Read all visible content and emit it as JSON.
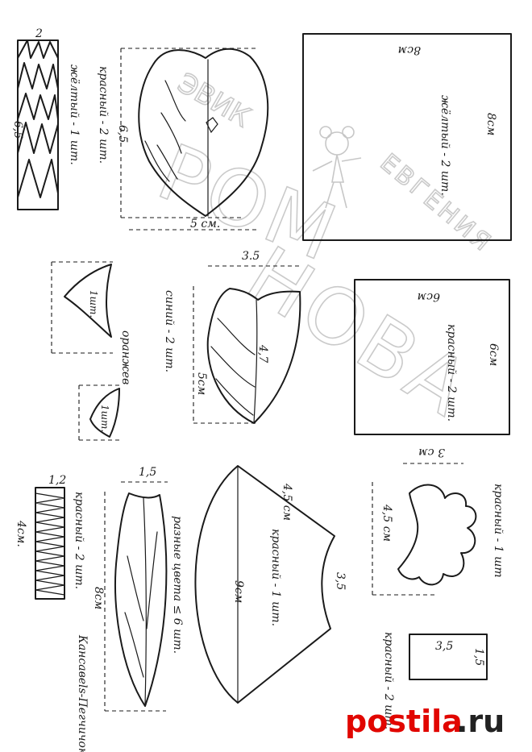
{
  "watermark": {
    "text_top": "ЭВИК",
    "text_mid": "РОМ",
    "text_bot": "НОВА",
    "text_name": "ЕВГЕНИЯ"
  },
  "brand": {
    "name": "postila",
    "tld": ".ru",
    "color": "#e10600"
  },
  "fringe_yellow": {
    "dim_top": "2",
    "dim_side": "6,5",
    "caption": "жёлтый - 1 шт."
  },
  "heart_red": {
    "dim_side": "6,5",
    "dim_bottom": "5 см.",
    "caption": "красный - 2 шт."
  },
  "square_yellow": {
    "dim_top": "8см",
    "dim_side": "8см",
    "caption": "жёлтый - 2 шт."
  },
  "orange_small": {
    "caption": "оранжев",
    "count": "1шт."
  },
  "orange_tiny": {
    "count": "1шт."
  },
  "petal_blue": {
    "dim_top": "3.5",
    "dim_side": "5см",
    "dim_inner": "4,7",
    "caption": "синий - 2 шт."
  },
  "square_red": {
    "dim_top": "6см",
    "dim_side": "6см",
    "caption": "красный - 2 шт."
  },
  "fringe_red": {
    "dim_top": "1,2",
    "dim_side": "4см.",
    "caption": "красный - 2 шт."
  },
  "leaf_long": {
    "dim_top": "1,5",
    "dim_side": "8см",
    "caption": "разные цвета ≤ 6 шт.",
    "name": "Кансавеls-Пегчичок-"
  },
  "fan_red": {
    "dim_top": "4,5 см",
    "dim_side": "9см",
    "dim_right": "3,5",
    "caption": "красный - 1 шт."
  },
  "wavy_red": {
    "dim_top": "3 см",
    "dim_side": "4,5 см",
    "caption": "красный - 1 шт"
  },
  "rect_red": {
    "dim_w": "3,5",
    "dim_h": "1,5",
    "caption": "красный - 2 шт."
  }
}
